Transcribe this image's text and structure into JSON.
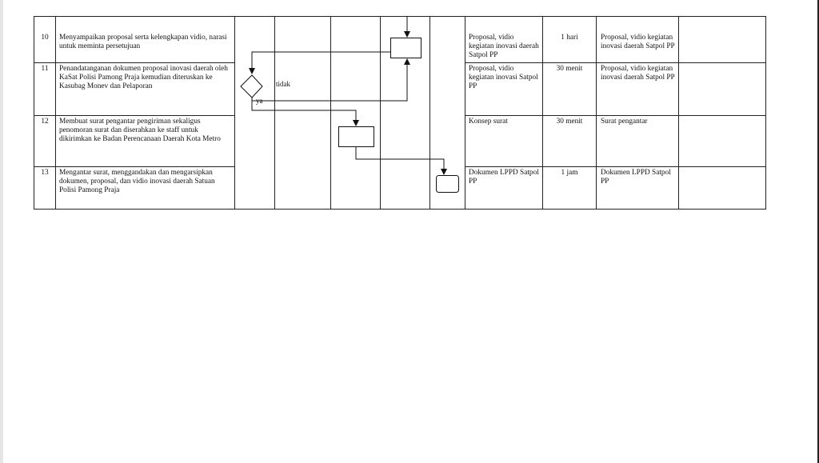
{
  "rows": [
    {
      "no": "10",
      "activity": "Menyampaikan proposal serta kelengkapan vidio, narasi untuk meminta persetujuan",
      "input": "Proposal, vidio kegiatan inovasi daerah Satpol PP",
      "time": "1 hari",
      "output": "Proposal, vidio kegiatan inovasi daerah Satpol PP"
    },
    {
      "no": "11",
      "activity": "Penandatanganan dokumen proposal inovasi daerah oleh KaSat Polisi Pamong Praja kemudian diteruskan ke Kasubag Monev dan Pelaporan",
      "input": "Proposal, vidio kegiatan inovasi Satpol PP",
      "time": "30 menit",
      "output": "Proposal, vidio kegiatan inovasi daerah Satpol PP"
    },
    {
      "no": "12",
      "activity": "Membuat surat pengantar pengiriman sekaligus penomoran surat dan diserahkan ke staff untuk dikirimkan ke Badan Perencanaan Daerah Kota Metro",
      "input": "Konsep surat",
      "time": "30 menit",
      "output": "Surat pengantar"
    },
    {
      "no": "13",
      "activity": "Mengantar surat, menggandakan dan mengarsipkan dokumen, proposal, dan vidio inovasi daerah Satuan Polisi Pamong Praja",
      "input": "Dokumen LPPD Satpol PP",
      "time": "1 jam",
      "output": "Dokumen LPPD Satpol PP"
    }
  ],
  "flow": {
    "decision_no": "tidak",
    "decision_yes": "ya"
  }
}
